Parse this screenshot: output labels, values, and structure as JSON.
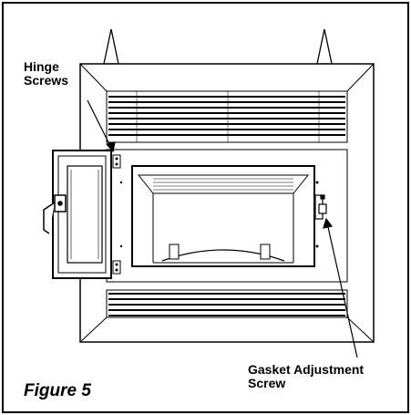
{
  "labels": {
    "hinge_line1": "Hinge",
    "hinge_line2": "Screws",
    "gasket_line1": "Gasket Adjustment",
    "gasket_line2": "Screw"
  },
  "figure_caption": "Figure 5"
}
